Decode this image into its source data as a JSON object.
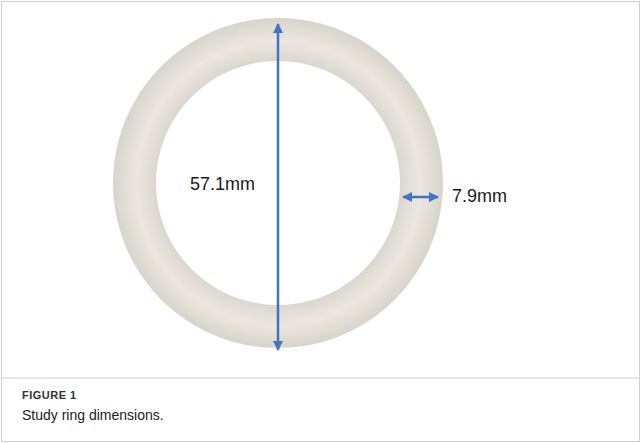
{
  "diagram": {
    "caption": "Study ring dimensions.",
    "labels": [
      "57.1mm",
      "7.9mm",
      "FIGURE 1"
    ]
  }
}
